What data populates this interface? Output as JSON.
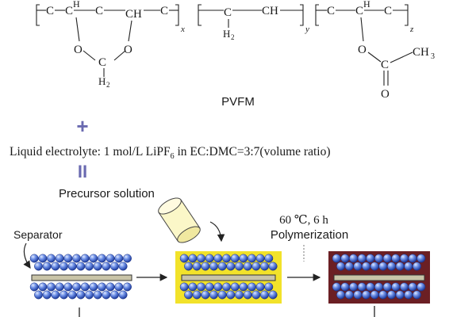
{
  "polymer": {
    "name": "PVFM",
    "subscripts": {
      "x": "x",
      "y": "y",
      "z": "z"
    },
    "atoms": {
      "C": "C",
      "CH": "CH",
      "H": "H",
      "O": "O",
      "CH3": "CH",
      "CH3_sub": "3",
      "H2": "H",
      "H2_sub": "2"
    }
  },
  "plus_symbol": "+",
  "electrolyte": {
    "prefix": "Liquid electrolyte: 1 mol/L LiPF",
    "sub": "6",
    "suffix": " in EC:DMC=3:7(volume ratio)"
  },
  "equals_symbol": "II",
  "precursor_label": "Precursor solution",
  "separator_label": "Separator",
  "condition": {
    "temperature": "60 ℃, 6 h",
    "process": "Polymerization"
  },
  "colors": {
    "ink": "#1a1a1a",
    "accent_purple": "#6a6ab0",
    "ball_blue": "#2d55c8",
    "ball_highlight": "#dfe9ff",
    "panel_yellow": "#f2e22a",
    "panel_maroon": "#6b1f24",
    "separator_fill": "#c9c4a8"
  },
  "icons": {
    "vial": "vial-icon",
    "arrow": "arrow-icon"
  }
}
